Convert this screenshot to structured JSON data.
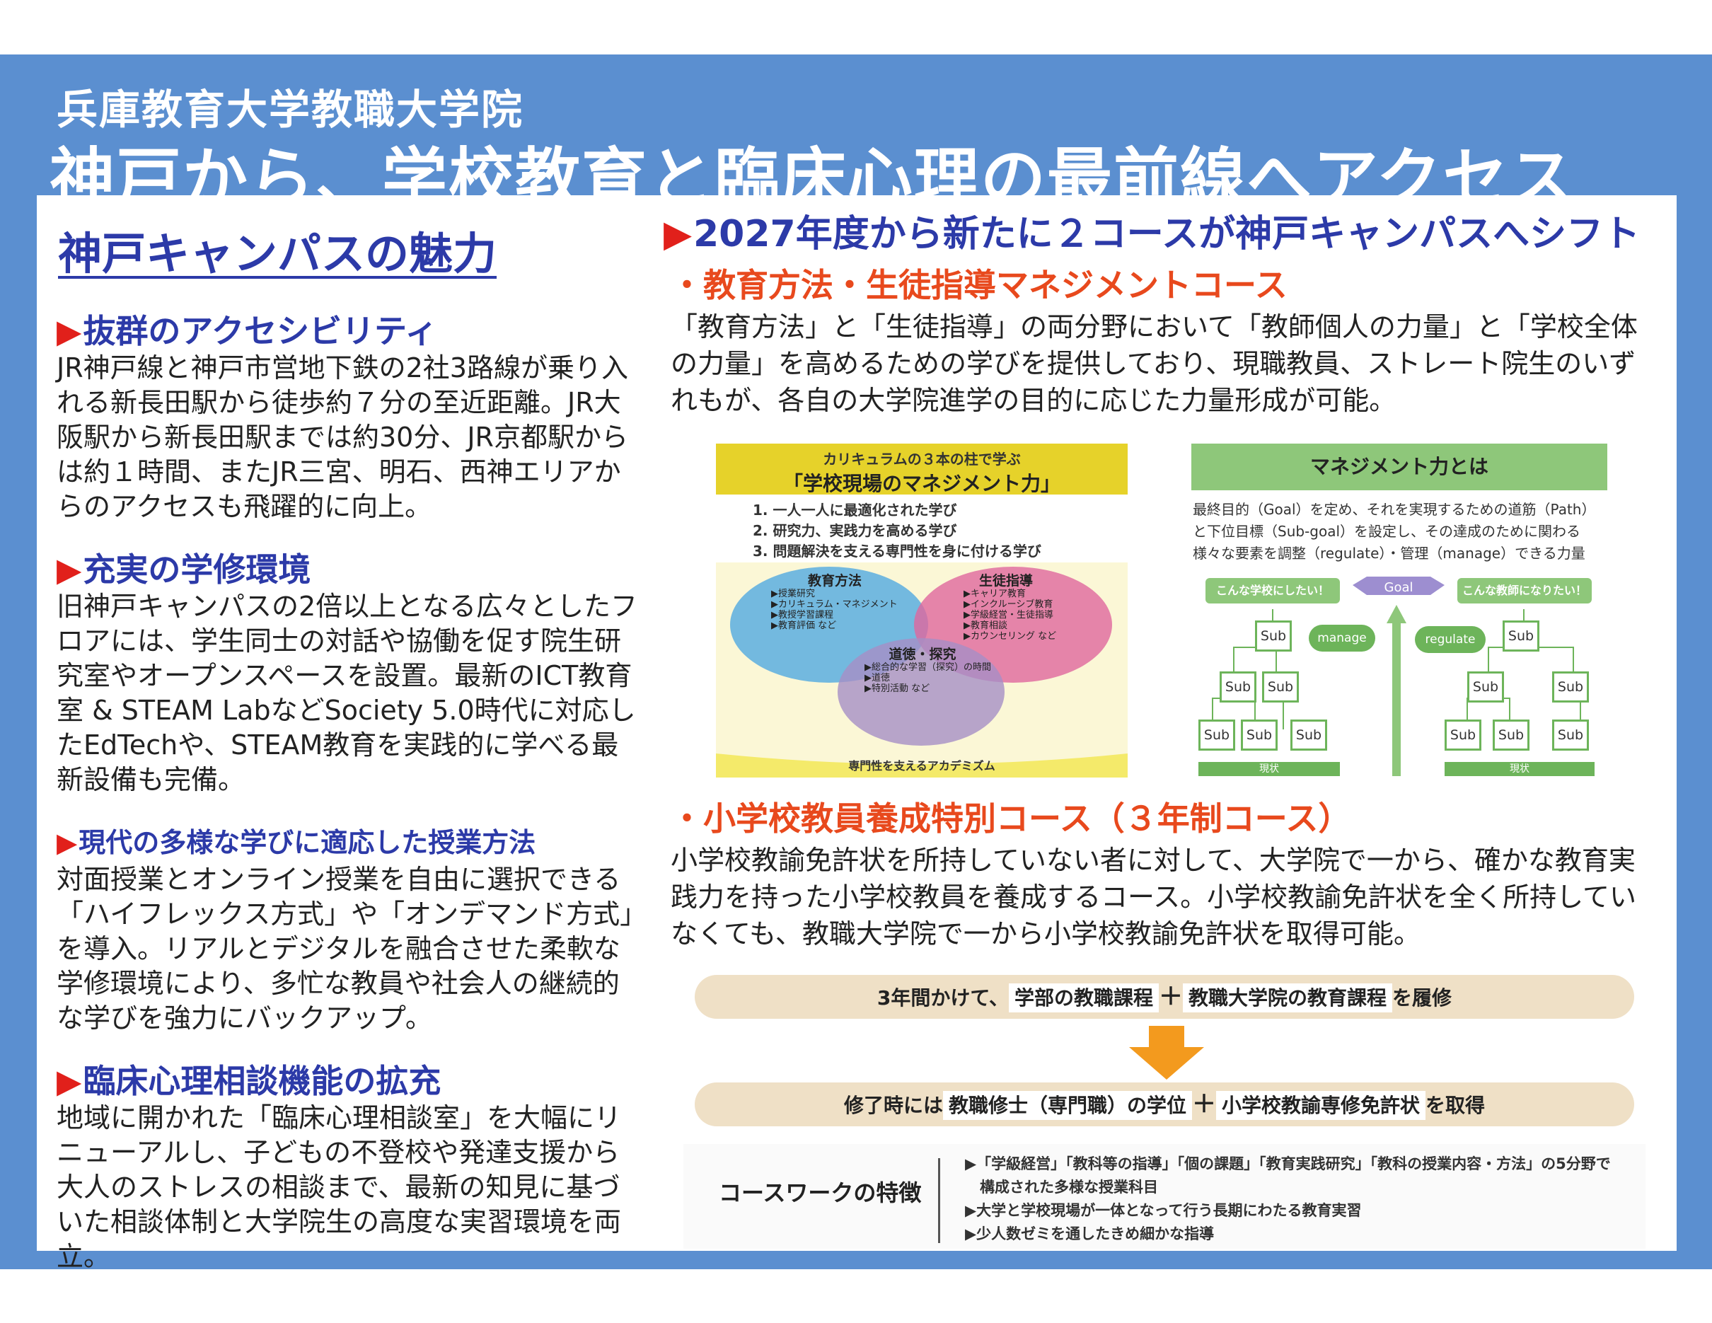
{
  "header": {
    "subtitle": "兵庫教育大学教職大学院",
    "title": "神戸から、学校教育と臨床心理の最前線へアクセス"
  },
  "left": {
    "title": "神戸キャンパスの魅力",
    "sections": [
      {
        "heading": "抜群のアクセシビリティ",
        "text": "JR神戸線と神戸市営地下鉄の2社3路線が乗り入れる新長田駅から徒歩約７分の至近距離。JR大阪駅から新長田駅までは約30分、JR京都駅からは約１時間、またJR三宮、明石、西神エリアからのアクセスも飛躍的に向上。"
      },
      {
        "heading": "充実の学修環境",
        "text": "旧神戸キャンパスの2倍以上となる広々としたフロアには、学生同士の対話や協働を促す院生研究室やオープンスペースを設置。最新のICT教育室 & STEAM LabなどSociety 5.0時代に対応したEdTechや、STEAM教育を実践的に学べる最新設備も完備。"
      },
      {
        "heading": "現代の多様な学びに適応した授業方法",
        "text": "対面授業とオンライン授業を自由に選択できる「ハイフレックス方式」や「オンデマンド方式」を導入。リアルとデジタルを融合させた柔軟な学修環境により、多忙な教員や社会人の継続的な学びを強力にバックアップ。"
      },
      {
        "heading": "臨床心理相談機能の拡充",
        "text": "地域に開かれた「臨床心理相談室」を大幅にリニューアルし、子どもの不登校や発達支援から大人のストレスの相談まで、最新の知見に基づいた相談体制と大学院生の高度な実習環境を両立。"
      }
    ]
  },
  "right": {
    "title": "2027年度から新たに２コースが神戸キャンパスへシフト",
    "course1": {
      "heading": "・教育方法・生徒指導マネジメントコース",
      "text": "「教育方法」と「生徒指導」の両分野において「教師個人の力量」と「学校全体の力量」を高めるための学びを提供しており、現職教員、ストレート院生のいずれもが、各自の大学院進学の目的に応じた力量形成が可能。"
    },
    "course2": {
      "heading": "・小学校教員養成特別コース（３年制コース）",
      "text": "小学校教諭免許状を所持していない者に対して、大学院で一から、確かな教育実践力を持った小学校教員を養成するコース。小学校教諭免許状を全く所持していなくても、教職大学院で一から小学校教諭免許状を取得可能。"
    }
  },
  "figure1": {
    "caption": "カリキュラムの３本の柱で学ぶ",
    "title": "「学校現場のマネジメント力」",
    "points": [
      "1. 一人一人に最適化された学び",
      "2. 研究力、実践力を高める学び",
      "3. 問題解決を支える専門性を身に付ける学び"
    ],
    "circles": [
      {
        "name": "教育方法",
        "items": "▶授業研究\n▶カリキュラム・マネジメント\n▶教授学習課程\n▶教育評価 など",
        "color": "#5aaee0"
      },
      {
        "name": "生徒指導",
        "items": "▶キャリア教育\n▶インクルーシブ教育\n▶学級経営・生徒指導\n▶教育相談\n▶カウンセリング など",
        "color": "#e0679e"
      },
      {
        "name": "道徳・探究",
        "items": "▶総合的な学習（探究）の時間\n▶道徳\n▶特別活動 など",
        "color": "#a68fc6"
      }
    ],
    "footer": "専門性を支えるアカデミズム"
  },
  "figure2": {
    "title": "マネジメント力とは",
    "desc": [
      "最終目的（Goal）を定め、それを実現するための道筋（Path）",
      "と下位目標（Sub-goal）を設定し、その達成のために関わる",
      "様々な要素を調整（regulate）・管理（manage）できる力量"
    ],
    "goal_left": "こんな学校にしたい！",
    "goal_right": "こんな教師になりたい！",
    "goal": "Goal",
    "sub": "Sub",
    "manage": "manage",
    "regulate": "regulate",
    "current": "現状"
  },
  "flow": {
    "step1": {
      "pre": "3年間かけて、",
      "a": "学部の教職課程",
      "plus": "＋",
      "b": "教職大学院の教育課程",
      "post": "を履修"
    },
    "step2": {
      "pre": "修了時には",
      "a": "教職修士（専門職）の学位",
      "plus": "＋",
      "b": "小学校教諭専修免許状",
      "post": "を取得"
    }
  },
  "coursework": {
    "label": "コースワークの特徴",
    "items": [
      "▶「学級経営」「教科等の指導」「個の課題」「教育実践研究」「教科の授業内容・方法」の5分野で",
      "　構成された多様な授業科目",
      "▶大学と学校現場が一体となって行う長期にわたる教育実習",
      "▶少人数ゼミを通したきめ細かな指導"
    ]
  },
  "colors": {
    "frame": "#5b8fd0",
    "heading_blue": "#2c3aa8",
    "accent_red": "#e1201b",
    "course_orange": "#e8491d",
    "pill": "#efe0c6",
    "arrow": "#f39a1e"
  }
}
